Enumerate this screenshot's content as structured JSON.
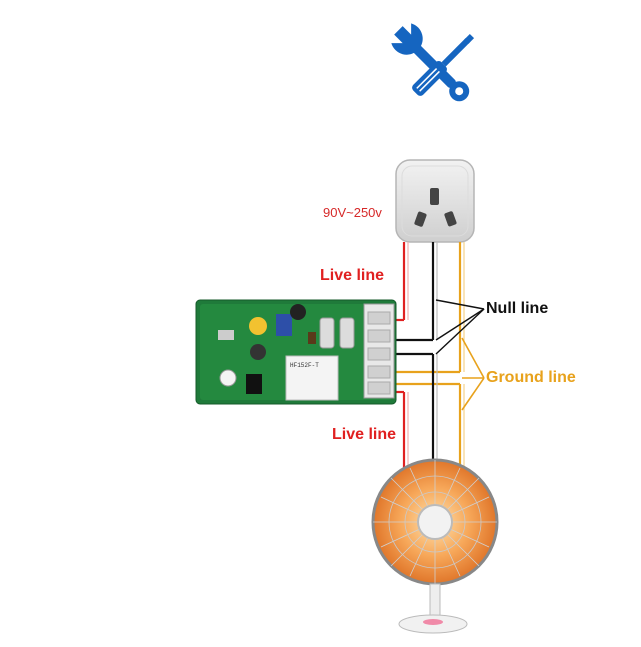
{
  "labels": {
    "voltage": "90V~250v",
    "live_line_top": "Live line",
    "live_line_bottom": "Live line",
    "null_line": "Null line",
    "ground_line": "Ground line"
  },
  "relay": {
    "model": "HF152F-T"
  },
  "colors": {
    "tool_icon": "#1565c0",
    "live_wire": "#e02020",
    "null_wire": "#111111",
    "ground_wire": "#e8a21c",
    "pcb": "#1f7a3a",
    "heater_glow": "#f28a30"
  },
  "icons": {
    "tools": "wrench-screwdriver-icon",
    "socket": "power-socket",
    "board": "relay-module-board",
    "heater": "electric-heater"
  }
}
